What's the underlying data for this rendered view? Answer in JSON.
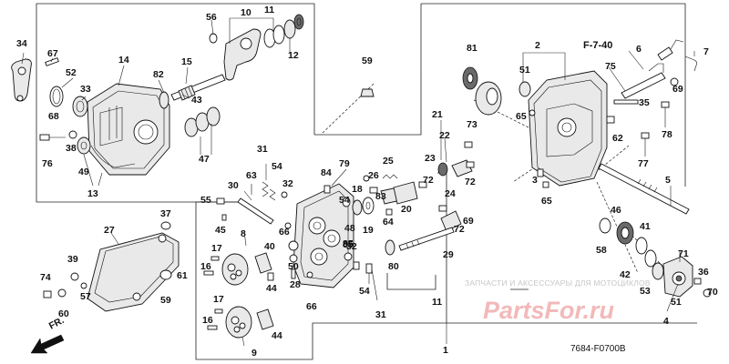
{
  "diagram": {
    "reference_label": "F-7-40",
    "drawing_code": "7684-F0700B",
    "watermark_text": "ЗАПЧАСТИ И АКСЕССУАРЫ ДЛЯ МОТОЦИКЛОВ",
    "watermark_logo": "PartsFor.ru",
    "colors": {
      "ink": "#111111",
      "watermark_red": "#f2b9b9",
      "watermark_grey": "#c6c6c6"
    }
  },
  "front_arrow": {
    "label": "FR.",
    "icon": "front-direction-arrow-icon"
  },
  "callouts": [
    {
      "n": "34"
    },
    {
      "n": "67"
    },
    {
      "n": "52"
    },
    {
      "n": "33"
    },
    {
      "n": "68"
    },
    {
      "n": "14"
    },
    {
      "n": "82"
    },
    {
      "n": "15"
    },
    {
      "n": "43"
    },
    {
      "n": "56"
    },
    {
      "n": "10"
    },
    {
      "n": "11"
    },
    {
      "n": "12"
    },
    {
      "n": "59"
    },
    {
      "n": "81"
    },
    {
      "n": "2"
    },
    {
      "n": "51"
    },
    {
      "n": "F-7-40"
    },
    {
      "n": "6"
    },
    {
      "n": "7"
    },
    {
      "n": "75"
    },
    {
      "n": "69"
    },
    {
      "n": "65"
    },
    {
      "n": "35"
    },
    {
      "n": "76"
    },
    {
      "n": "38"
    },
    {
      "n": "49"
    },
    {
      "n": "13"
    },
    {
      "n": "47"
    },
    {
      "n": "21"
    },
    {
      "n": "22"
    },
    {
      "n": "73"
    },
    {
      "n": "72"
    },
    {
      "n": "23"
    },
    {
      "n": "78"
    },
    {
      "n": "62"
    },
    {
      "n": "77"
    },
    {
      "n": "3"
    },
    {
      "n": "65"
    },
    {
      "n": "31"
    },
    {
      "n": "79"
    },
    {
      "n": "84"
    },
    {
      "n": "25"
    },
    {
      "n": "54"
    },
    {
      "n": "26"
    },
    {
      "n": "83"
    },
    {
      "n": "24"
    },
    {
      "n": "72"
    },
    {
      "n": "5"
    },
    {
      "n": "63"
    },
    {
      "n": "30"
    },
    {
      "n": "32"
    },
    {
      "n": "18"
    },
    {
      "n": "54"
    },
    {
      "n": "55"
    },
    {
      "n": "85"
    },
    {
      "n": "20"
    },
    {
      "n": "19"
    },
    {
      "n": "64"
    },
    {
      "n": "48"
    },
    {
      "n": "45"
    },
    {
      "n": "37"
    },
    {
      "n": "27"
    },
    {
      "n": "66"
    },
    {
      "n": "72"
    },
    {
      "n": "69"
    },
    {
      "n": "46"
    },
    {
      "n": "41"
    },
    {
      "n": "58"
    },
    {
      "n": "29"
    },
    {
      "n": "8"
    },
    {
      "n": "17"
    },
    {
      "n": "40"
    },
    {
      "n": "50"
    },
    {
      "n": "85"
    },
    {
      "n": "80"
    },
    {
      "n": "16"
    },
    {
      "n": "44"
    },
    {
      "n": "28"
    },
    {
      "n": "32"
    },
    {
      "n": "71"
    },
    {
      "n": "36"
    },
    {
      "n": "39"
    },
    {
      "n": "74"
    },
    {
      "n": "61"
    },
    {
      "n": "57"
    },
    {
      "n": "60"
    },
    {
      "n": "59"
    },
    {
      "n": "42"
    },
    {
      "n": "53"
    },
    {
      "n": "51"
    },
    {
      "n": "70"
    },
    {
      "n": "54"
    },
    {
      "n": "66"
    },
    {
      "n": "17"
    },
    {
      "n": "31"
    },
    {
      "n": "11"
    },
    {
      "n": "4"
    },
    {
      "n": "16"
    },
    {
      "n": "44"
    },
    {
      "n": "9"
    },
    {
      "n": "1"
    }
  ]
}
